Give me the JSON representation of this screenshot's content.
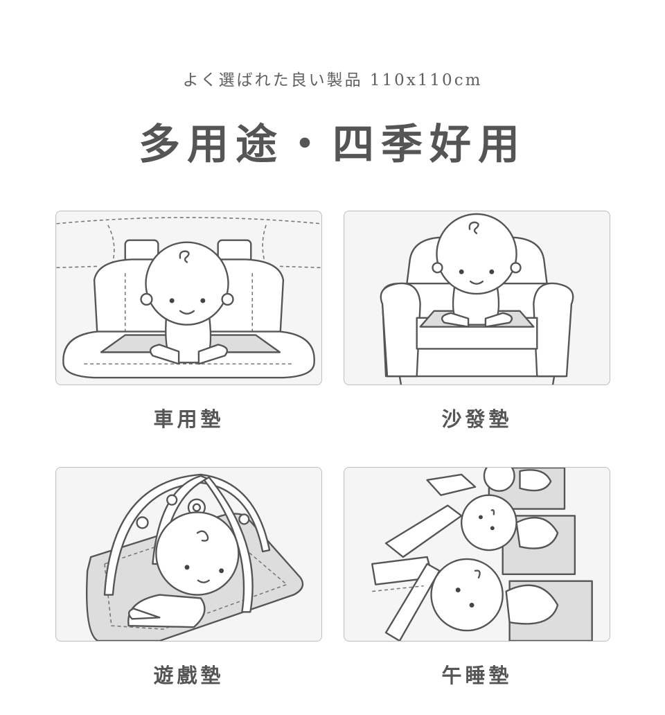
{
  "header": {
    "subtitle": "よく選ばれた良い製品 110x110cm",
    "title": "多用途・四季好用"
  },
  "uses": [
    {
      "label": "車用墊",
      "illustration": "baby-in-car-seat"
    },
    {
      "label": "沙發墊",
      "illustration": "baby-on-sofa"
    },
    {
      "label": "遊戲墊",
      "illustration": "baby-on-play-gym-mat"
    },
    {
      "label": "午睡墊",
      "illustration": "babies-sleeping-on-nap-mats"
    }
  ]
}
